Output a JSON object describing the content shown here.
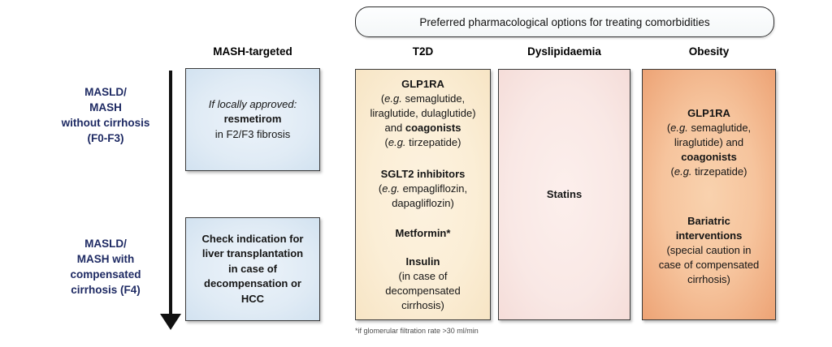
{
  "banner": {
    "title": "Preferred pharmacological options for treating comorbidities"
  },
  "column_headers": [
    {
      "id": "mash-targeted",
      "label": "MASH-targeted"
    },
    {
      "id": "t2d",
      "label": "T2D"
    },
    {
      "id": "dyslipidaemia",
      "label": "Dyslipidaemia"
    },
    {
      "id": "obesity",
      "label": "Obesity"
    }
  ],
  "row_labels": [
    {
      "lines": [
        "MASLD/",
        "MASH",
        "without cirrhosis",
        "(F0-F3)"
      ]
    },
    {
      "lines": [
        "MASLD/",
        "MASH with",
        "compensated",
        "cirrhosis (F4)"
      ]
    }
  ],
  "boxes": {
    "mash_no_cirrhosis": {
      "lines": [
        {
          "seg": [
            [
              "If locally approved:",
              "i"
            ]
          ]
        },
        {
          "seg": [
            [
              "resmetirom",
              "b"
            ]
          ]
        },
        {
          "seg": [
            [
              "in F2/F3 fibrosis",
              ""
            ]
          ]
        }
      ]
    },
    "mash_compensated_cirrhosis": {
      "lines": [
        {
          "seg": [
            [
              "Check indication for",
              "b"
            ]
          ]
        },
        {
          "seg": [
            [
              "liver transplantation",
              "b"
            ]
          ]
        },
        {
          "seg": [
            [
              "in case of",
              "b"
            ]
          ]
        },
        {
          "seg": [
            [
              "decompensation or",
              "b"
            ]
          ]
        },
        {
          "seg": [
            [
              "HCC",
              "b"
            ]
          ]
        }
      ]
    },
    "t2d": {
      "lines": [
        {
          "seg": [
            [
              "GLP1RA",
              "b"
            ]
          ]
        },
        {
          "seg": [
            [
              "(",
              ""
            ],
            [
              "e.g.",
              "i"
            ],
            [
              " semaglutide,",
              ""
            ]
          ]
        },
        {
          "seg": [
            [
              "liraglutide, dulaglutide)",
              ""
            ]
          ]
        },
        {
          "seg": [
            [
              "and ",
              ""
            ],
            [
              "coagonists",
              "b"
            ]
          ]
        },
        {
          "seg": [
            [
              "(",
              ""
            ],
            [
              "e.g.",
              "i"
            ],
            [
              " tirzepatide)",
              ""
            ]
          ]
        },
        {
          "gap": 21
        },
        {
          "seg": [
            [
              "SGLT2 inhibitors",
              "b"
            ]
          ]
        },
        {
          "seg": [
            [
              "(",
              ""
            ],
            [
              "e.g.",
              "i"
            ],
            [
              " empagliflozin,",
              ""
            ]
          ]
        },
        {
          "seg": [
            [
              "dapagliflozin)",
              ""
            ]
          ]
        },
        {
          "gap": 19
        },
        {
          "seg": [
            [
              "Metformin*",
              "b"
            ]
          ]
        },
        {
          "gap": 17
        },
        {
          "seg": [
            [
              "Insulin",
              "b"
            ]
          ]
        },
        {
          "seg": [
            [
              "(in case of",
              ""
            ]
          ]
        },
        {
          "seg": [
            [
              "decompensated",
              ""
            ]
          ]
        },
        {
          "seg": [
            [
              "cirrhosis)",
              ""
            ]
          ]
        }
      ]
    },
    "dyslipidaemia": {
      "lines": [
        {
          "seg": [
            [
              "Statins",
              "b"
            ]
          ]
        }
      ]
    },
    "obesity": {
      "lines": [
        {
          "seg": [
            [
              "GLP1RA",
              "b"
            ]
          ]
        },
        {
          "seg": [
            [
              "(",
              ""
            ],
            [
              "e.g.",
              "i"
            ],
            [
              " semaglutide,",
              ""
            ]
          ]
        },
        {
          "seg": [
            [
              "liraglutide) and",
              ""
            ]
          ]
        },
        {
          "seg": [
            [
              "coagonists",
              "b"
            ]
          ]
        },
        {
          "seg": [
            [
              "(",
              ""
            ],
            [
              "e.g.",
              "i"
            ],
            [
              " tirzepatide)",
              ""
            ]
          ]
        },
        {
          "gap": 43
        },
        {
          "seg": [
            [
              "Bariatric",
              "b"
            ]
          ]
        },
        {
          "seg": [
            [
              "interventions",
              "b"
            ]
          ]
        },
        {
          "seg": [
            [
              "(special caution in",
              ""
            ]
          ]
        },
        {
          "seg": [
            [
              "case of compensated",
              ""
            ]
          ]
        },
        {
          "seg": [
            [
              "cirrhosis)",
              ""
            ]
          ]
        }
      ]
    }
  },
  "footnote": "*if glomerular filtration rate >30 ml/min",
  "colors": {
    "mash_box_fill": "#e0ebf5",
    "t2d_fill": "#fbeed6",
    "dyslipidaemia_fill": "#f9e8e5",
    "obesity_fill": "#f6c49d",
    "banner_fill": "#f9fbfc",
    "box_border": "#3a3a3a",
    "row_label_text": "#1e2a63",
    "arrow": "#111111"
  }
}
